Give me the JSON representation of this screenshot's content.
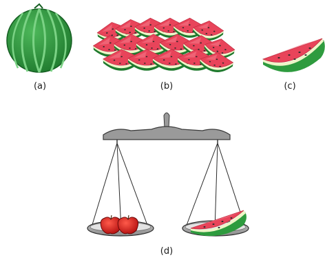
{
  "captions": {
    "a": "(a)",
    "b": "(b)",
    "c": "(c)",
    "d": "(d)"
  },
  "colors": {
    "rind_dark": "#1f7a2e",
    "rind_light": "#5cc26a",
    "flesh": "#e8445a",
    "flesh_light": "#f47d8c",
    "seed": "#2a2a2a",
    "beam": "#8f8f8f",
    "pan": "#9e9e9e",
    "apple": "#d41c1c"
  }
}
